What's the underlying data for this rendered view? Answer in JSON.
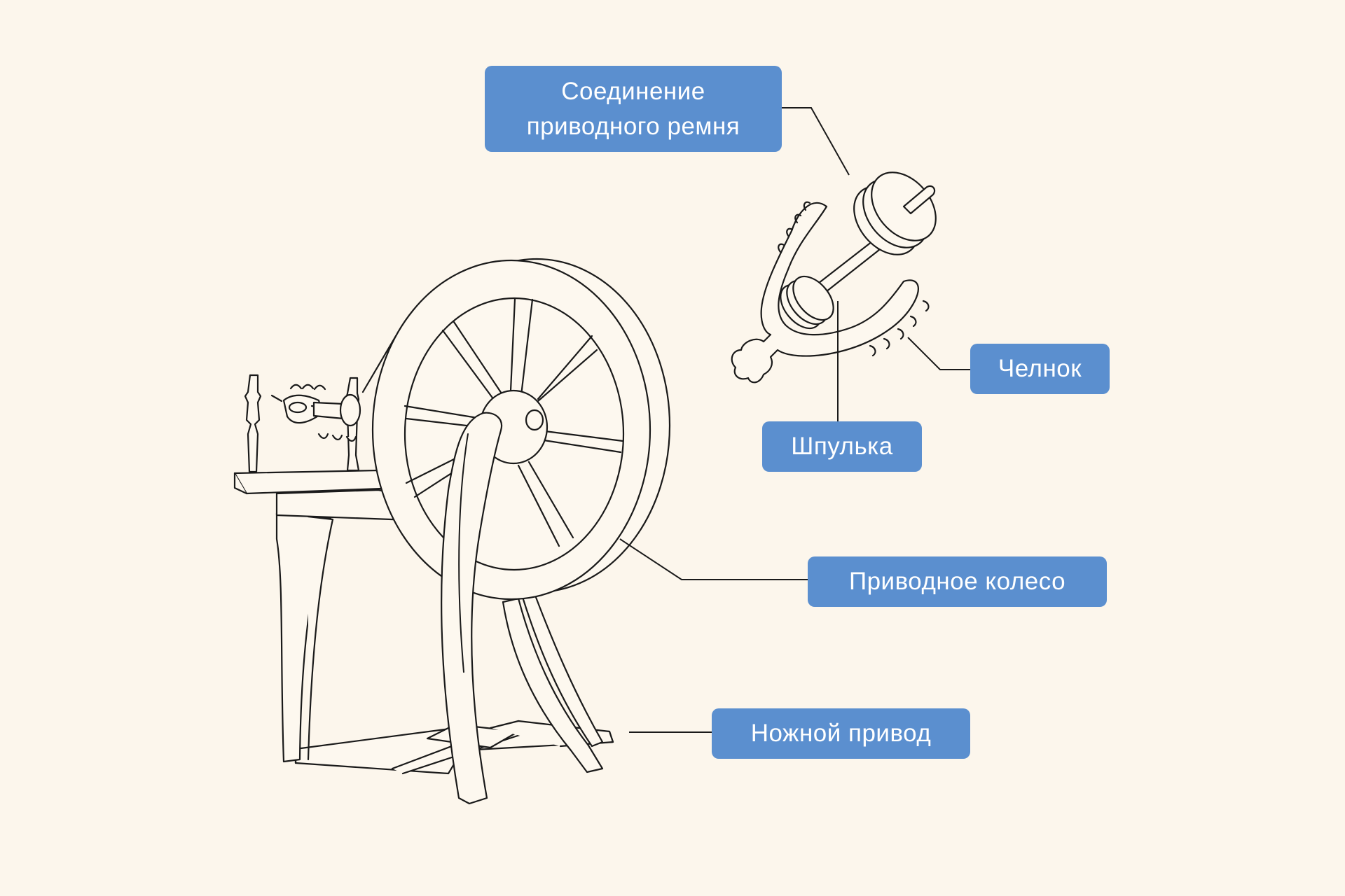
{
  "colors": {
    "background": "#fcf6ec",
    "label_fill": "#5b8fcf",
    "label_text": "#ffffff",
    "line": "#1a1a1a",
    "part_fill": "#fdf8ef"
  },
  "labels": {
    "drive_band_connection": "Соединение приводного ремня",
    "flyer": "Челнок",
    "bobbin": "Шпулька",
    "drive_wheel": "Приводное колесо",
    "treadle": "Ножной привод"
  }
}
